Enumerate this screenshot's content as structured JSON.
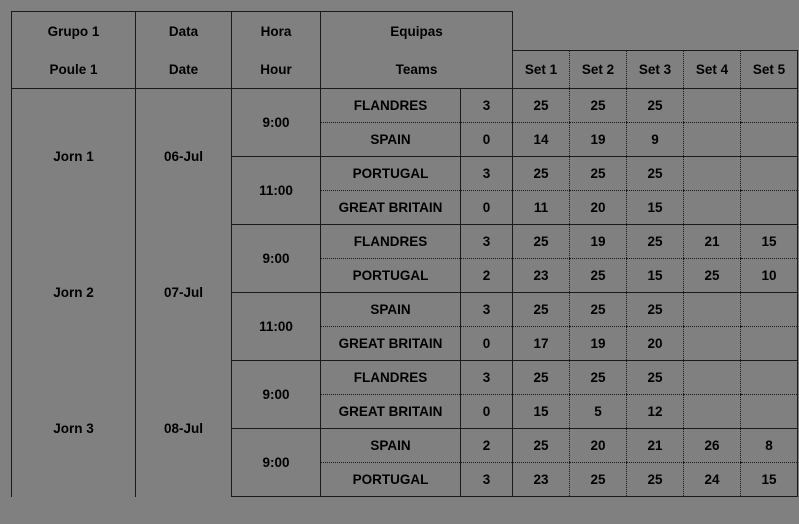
{
  "header": {
    "group_pt": "Grupo 1",
    "group_en": "Poule 1",
    "date_pt": "Data",
    "date_en": "Date",
    "hour_pt": "Hora",
    "hour_en": "Hour",
    "teams_pt": "Equipas",
    "teams_en": "Teams",
    "sets": [
      "Set 1",
      "Set 2",
      "Set 3",
      "Set 4",
      "Set 5"
    ]
  },
  "colors": {
    "header_primary": "#f2e50d",
    "header_secondary": "#fdf284",
    "round_cell": "#d8d8d8",
    "body": "#808080",
    "points_cell": "#fdf284",
    "grid": "#1a1a1a"
  },
  "rounds": [
    {
      "round": "Jorn 1",
      "date": "06-Jul",
      "matches": [
        {
          "hour": "9:00",
          "rows": [
            {
              "team": "FLANDRES",
              "points": "3",
              "sets": [
                "25",
                "25",
                "25",
                "",
                ""
              ]
            },
            {
              "team": "SPAIN",
              "points": "0",
              "sets": [
                "14",
                "19",
                "9",
                "",
                ""
              ]
            }
          ]
        },
        {
          "hour": "11:00",
          "rows": [
            {
              "team": "PORTUGAL",
              "points": "3",
              "sets": [
                "25",
                "25",
                "25",
                "",
                ""
              ]
            },
            {
              "team": "GREAT BRITAIN",
              "points": "0",
              "sets": [
                "11",
                "20",
                "15",
                "",
                ""
              ]
            }
          ]
        }
      ]
    },
    {
      "round": "Jorn 2",
      "date": "07-Jul",
      "matches": [
        {
          "hour": "9:00",
          "rows": [
            {
              "team": "FLANDRES",
              "points": "3",
              "sets": [
                "25",
                "19",
                "25",
                "21",
                "15"
              ]
            },
            {
              "team": "PORTUGAL",
              "points": "2",
              "sets": [
                "23",
                "25",
                "15",
                "25",
                "10"
              ]
            }
          ]
        },
        {
          "hour": "11:00",
          "rows": [
            {
              "team": "SPAIN",
              "points": "3",
              "sets": [
                "25",
                "25",
                "25",
                "",
                ""
              ]
            },
            {
              "team": "GREAT BRITAIN",
              "points": "0",
              "sets": [
                "17",
                "19",
                "20",
                "",
                ""
              ]
            }
          ]
        }
      ]
    },
    {
      "round": "Jorn 3",
      "date": "08-Jul",
      "matches": [
        {
          "hour": "9:00",
          "rows": [
            {
              "team": "FLANDRES",
              "points": "3",
              "sets": [
                "25",
                "25",
                "25",
                "",
                ""
              ]
            },
            {
              "team": "GREAT BRITAIN",
              "points": "0",
              "sets": [
                "15",
                "5",
                "12",
                "",
                ""
              ]
            }
          ]
        },
        {
          "hour": "9:00",
          "rows": [
            {
              "team": "SPAIN",
              "points": "2",
              "sets": [
                "25",
                "20",
                "21",
                "26",
                "8"
              ]
            },
            {
              "team": "PORTUGAL",
              "points": "3",
              "sets": [
                "23",
                "25",
                "25",
                "24",
                "15"
              ]
            }
          ]
        }
      ]
    }
  ]
}
